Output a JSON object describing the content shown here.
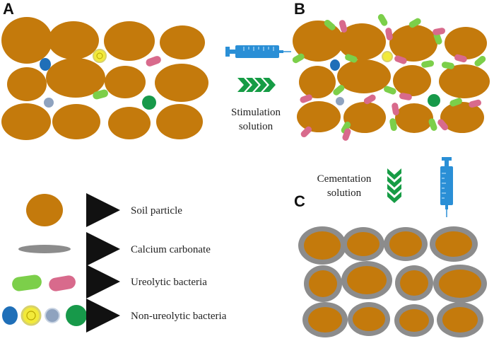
{
  "panels": {
    "a": "A",
    "b": "B",
    "c": "C"
  },
  "step1": {
    "line1": "Stimulation",
    "line2": "solution"
  },
  "step2": {
    "line1": "Cementation",
    "line2": "solution"
  },
  "legend": {
    "soil_particle": "Soil particle",
    "calcium_carbonate": "Calcium carbonate",
    "ureolytic_bacteria": "Ureolytic bacteria",
    "non_ureolytic_bacteria": "Non-ureolytic bacteria"
  },
  "colors": {
    "soil": "#c47a0c",
    "carbonate": "#8c8c8c",
    "ureolytic_green": "#7ccf4a",
    "ureolytic_pink": "#d86a8c",
    "non_ureolytic_blue": "#1f6fb8",
    "non_ureolytic_yellow": "#f2ea3a",
    "non_ureolytic_gray": "#8fa3bf",
    "non_ureolytic_green": "#17994a",
    "syringe": "#2a8fd6",
    "chevron": "#169c45"
  }
}
